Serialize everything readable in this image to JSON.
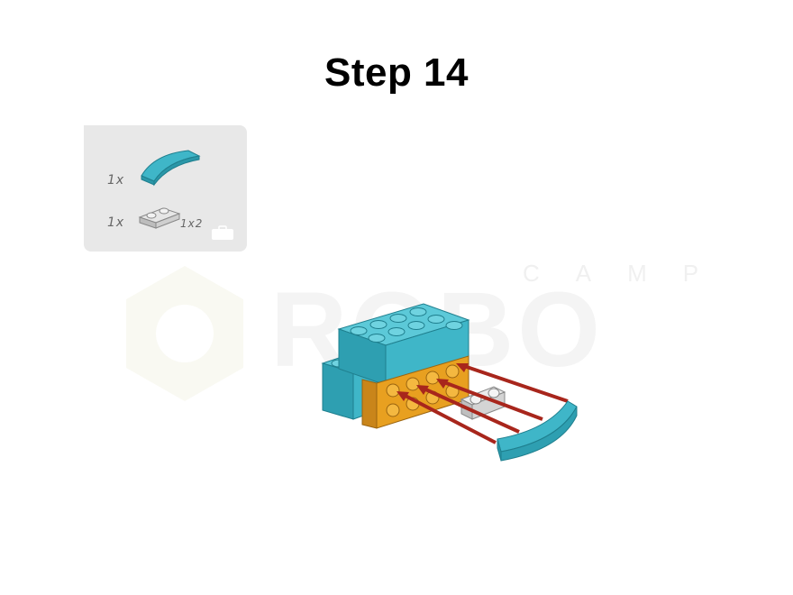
{
  "page": {
    "title": "Step 14"
  },
  "parts_panel": {
    "items": [
      {
        "quantity": "1x",
        "part_icon": "curved-slope-teal-icon",
        "size": ""
      },
      {
        "quantity": "1x",
        "part_icon": "plate-1x2-gray-icon",
        "size": "1x2"
      }
    ],
    "corner_icon": "toolbox-icon"
  },
  "watermark": {
    "top_text": "CAMP",
    "main_text": "ROBO"
  },
  "colors": {
    "teal": "#3fb6c8",
    "orange": "#e8a020",
    "gray_plate": "#d4d4d4",
    "arrow": "#a8261c",
    "panel": "#e8e8e8"
  }
}
